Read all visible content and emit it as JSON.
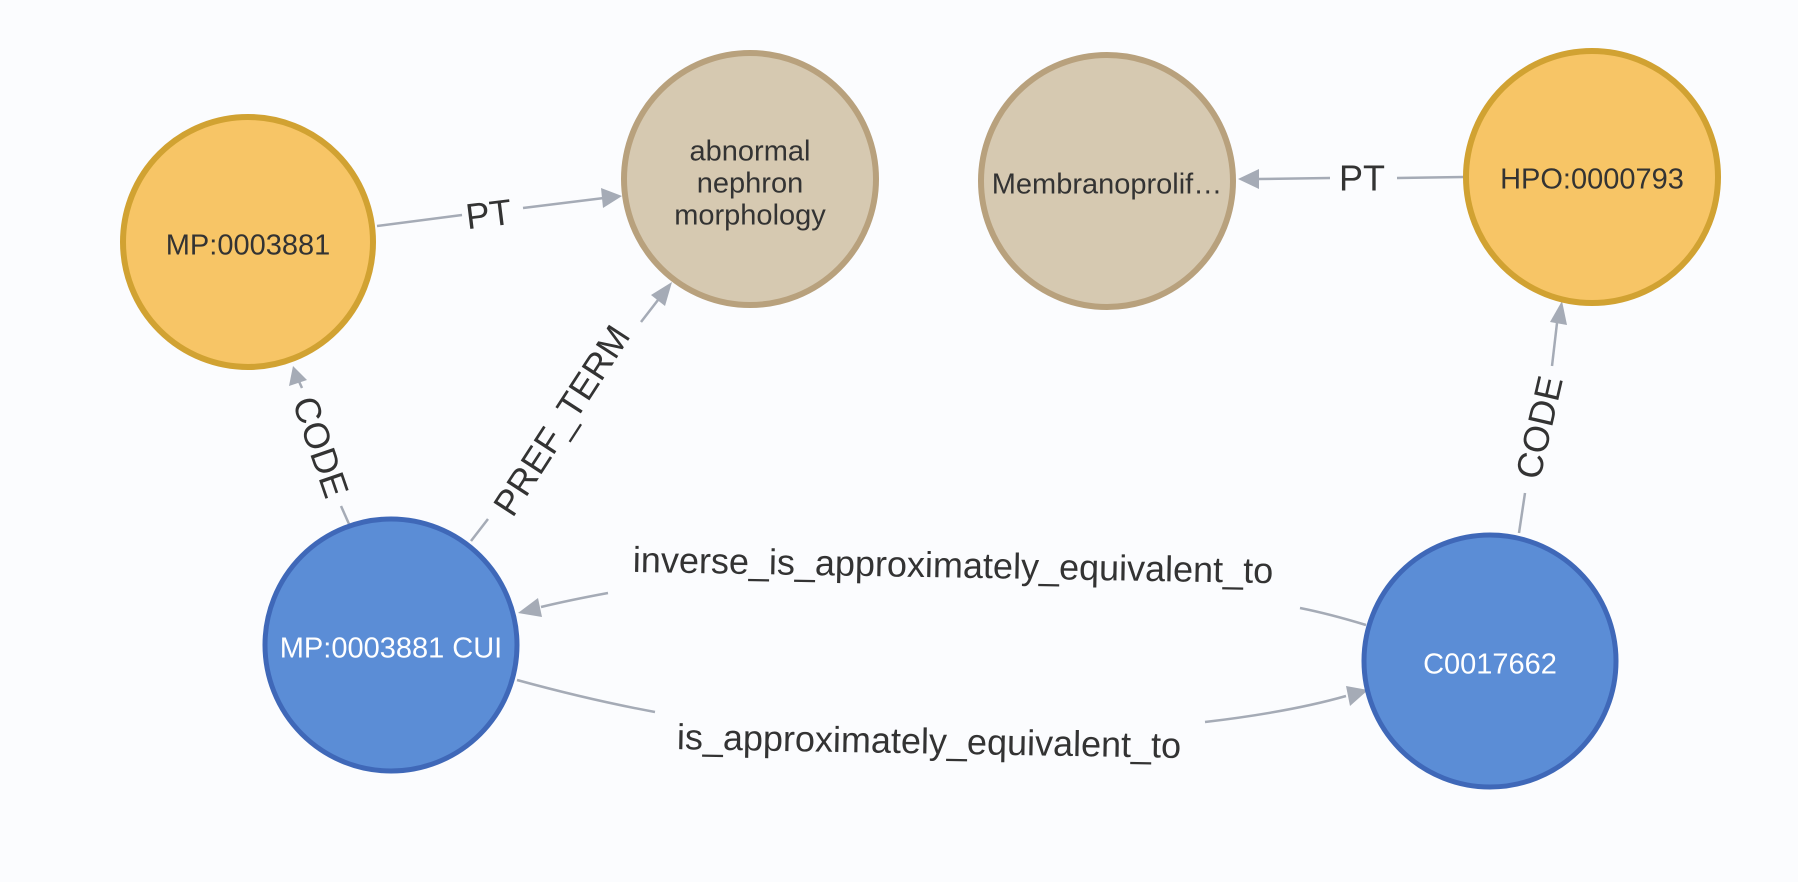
{
  "colors": {
    "background": "#fbfcfe",
    "code_fill": "#f7c566",
    "code_stroke": "#d1a232",
    "term_fill": "#d6c9b1",
    "term_stroke": "#b8a17d",
    "concept_fill": "#5b8dd6",
    "concept_stroke": "#3f68b8",
    "edge": "#a5abb6"
  },
  "nodes": {
    "mp_code": {
      "label": "MP:0003881"
    },
    "nephron_term": {
      "lines": [
        "abnormal",
        "nephron",
        "morphology"
      ]
    },
    "membrano_term": {
      "label": "Membranoprolif…"
    },
    "hpo_code": {
      "label": "HPO:0000793"
    },
    "mp_cui": {
      "label": "MP:0003881 CUI"
    },
    "c0017662": {
      "label": "C0017662"
    }
  },
  "edges": {
    "pt_left": "PT",
    "pt_right": "PT",
    "code_left": "CODE",
    "code_right": "CODE",
    "pref_term": "PREF_TERM",
    "inverse_equiv": "inverse_is_approximately_equivalent_to",
    "equiv": "is_approximately_equivalent_to"
  }
}
